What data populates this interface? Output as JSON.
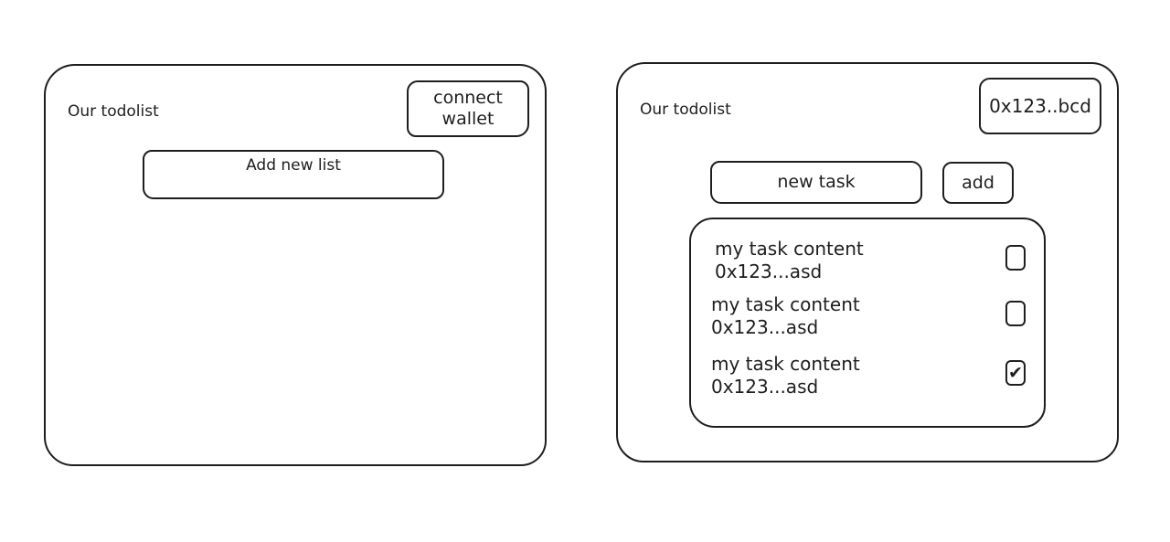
{
  "screens": [
    {
      "title": "Our todolist",
      "connect_button": "connect\nwallet",
      "add_list_button": "Add new list"
    },
    {
      "title": "Our todolist",
      "wallet_address": "0x123..bcd",
      "new_task_input": "new task",
      "add_button": "add",
      "tasks": [
        {
          "content": "my task content",
          "owner": "0x123...asd",
          "done": false
        },
        {
          "content": "my task content",
          "owner": "0x123...asd",
          "done": false
        },
        {
          "content": "my task content",
          "owner": "0x123...asd",
          "done": true
        }
      ]
    }
  ],
  "icons": {
    "checkmark": "✔"
  }
}
